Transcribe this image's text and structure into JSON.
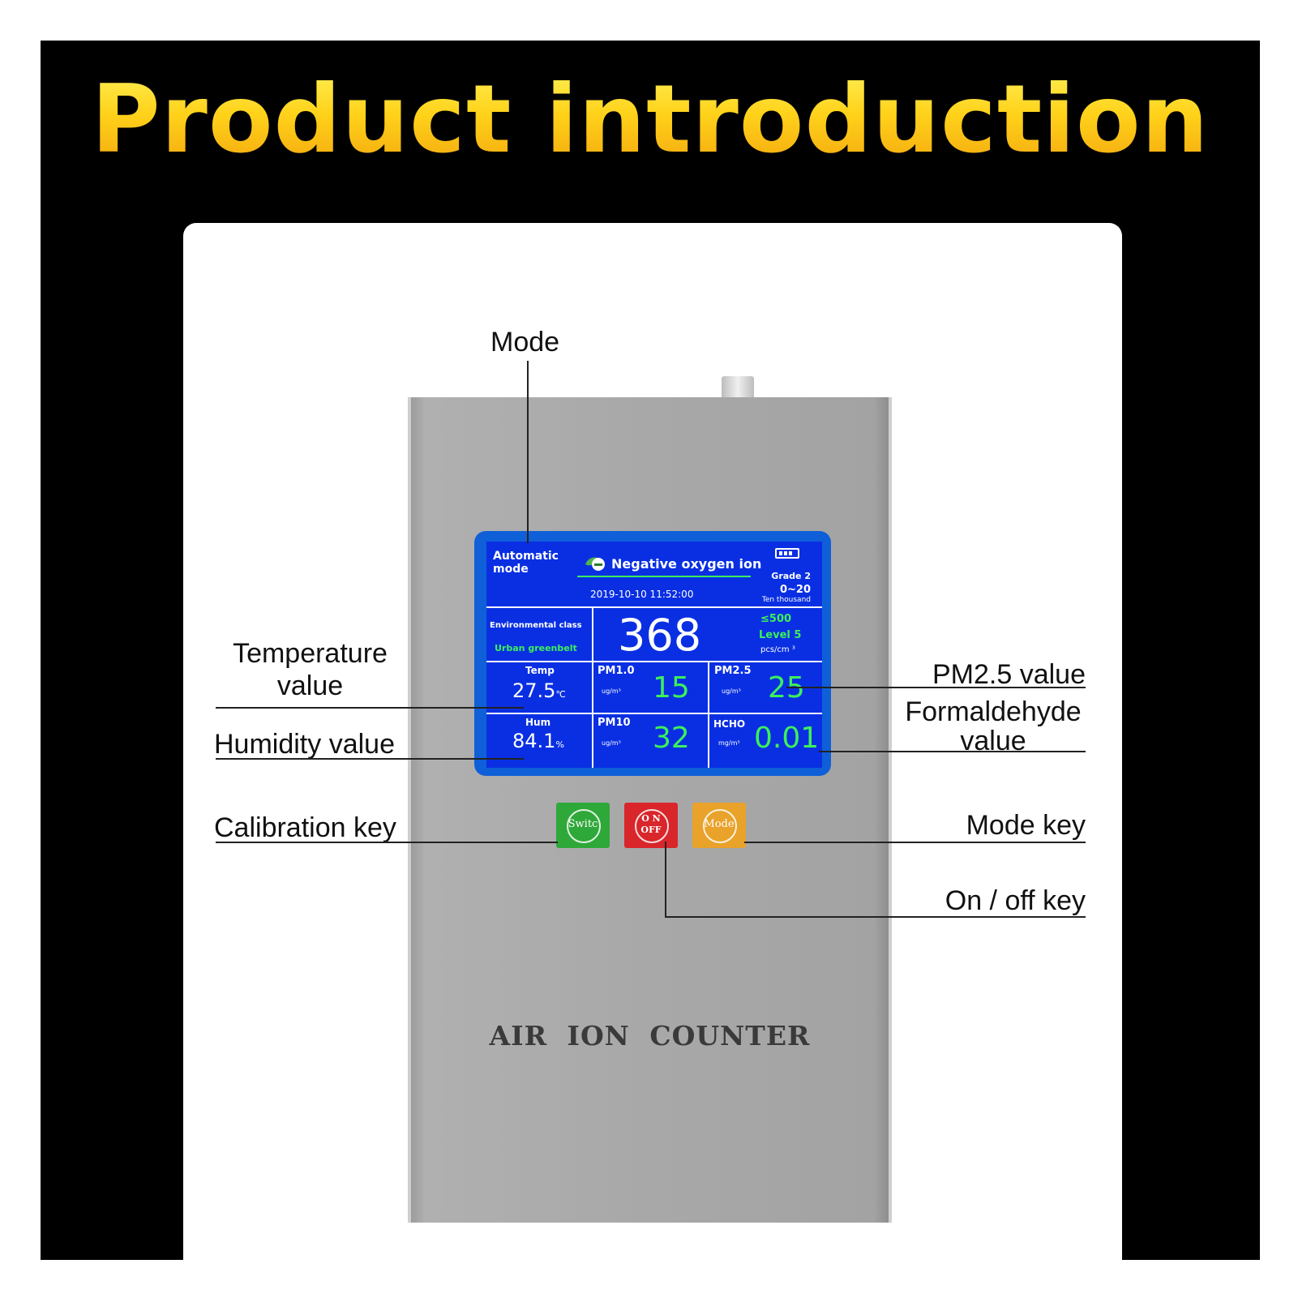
{
  "title": "Product introduction",
  "device": {
    "brand": "AIR ION COUNTER",
    "screen": {
      "mode": "Automatic mode",
      "mode_line1": "Automatic",
      "mode_line2": "mode",
      "header": "Negative oxygen ion",
      "grade": "Grade 2",
      "range": "0~20",
      "range_unit": "Ten thousand",
      "datetime": "2019-10-10   11:52:00",
      "env_class_label": "Environmental class",
      "env_class_value": "Urban greenbelt",
      "ion_value": "368",
      "threshold": "≤500",
      "level": "Level 5",
      "ion_unit": "pcs/cm ³",
      "temp_label": "Temp",
      "temp_value": "27.5",
      "temp_unit": "℃",
      "hum_label": "Hum",
      "hum_value": "84.1",
      "hum_unit": "%",
      "pm1_label": "PM1.0",
      "pm1_unit": "ug/m³",
      "pm1_value": "15",
      "pm25_label": "PM2.5",
      "pm25_unit": "ug/m³",
      "pm25_value": "25",
      "pm10_label": "PM10",
      "pm10_unit": "ug/m³",
      "pm10_value": "32",
      "hcho_label": "HCHO",
      "hcho_unit": "mg/m³",
      "hcho_value": "0.01"
    },
    "buttons": {
      "switch_label": "Switc",
      "power_on": "O N",
      "power_off": "OFF",
      "mode_label": "Mode"
    }
  },
  "callouts": {
    "mode": "Mode",
    "temperature_line1": "Temperature",
    "temperature_line2": "value",
    "humidity": "Humidity value",
    "calibration": "Calibration key",
    "pm25": "PM2.5 value",
    "formaldehyde_line1": "Formaldehyde",
    "formaldehyde_line2": "value",
    "mode_key": "Mode key",
    "onoff_key": "On / off key"
  },
  "colors": {
    "title_gold": "#ffd21a",
    "lcd_blue": "#0a2fe3",
    "value_green": "#3cf05a",
    "switch_green": "#2fa83a",
    "power_red": "#d8262a",
    "mode_orange": "#e9a22a"
  }
}
